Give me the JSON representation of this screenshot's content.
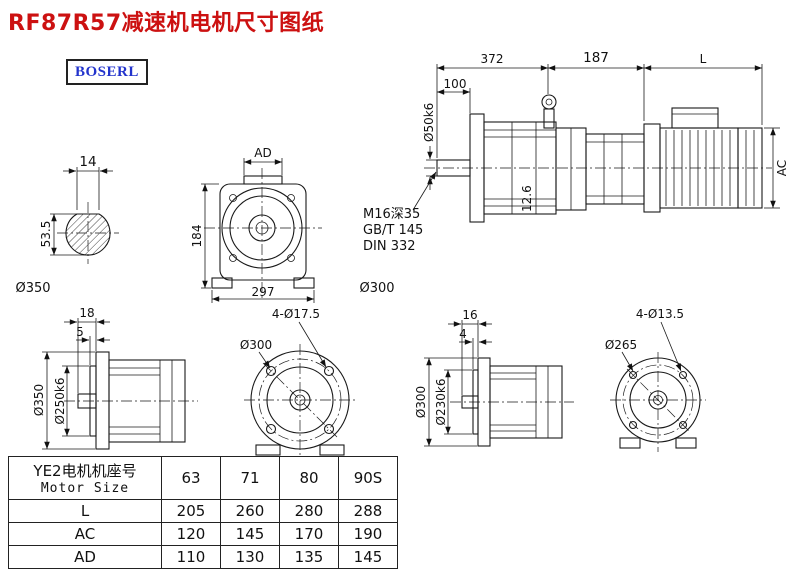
{
  "title": "RF87R57减速机电机尺寸图纸",
  "logo": "BOSERL",
  "side_view": {
    "dim_372": "372",
    "dim_187": "187",
    "dim_L": "L",
    "dim_100": "100",
    "dim_shaft": "Ø50k6",
    "dim_AC": "AC",
    "dim_126": "12.6",
    "note_thread": "M16深35",
    "note_gb": "GB/T 145",
    "note_din": "DIN 332"
  },
  "shaft_section": {
    "dim_key_width": "14",
    "dim_key_depth": "53.5"
  },
  "front_view": {
    "dim_AD": "AD",
    "dim_184": "184",
    "dim_297": "297"
  },
  "captions": {
    "flange_350": "Ø350",
    "flange_300": "Ø300"
  },
  "flange_a": {
    "dim_18": "18",
    "dim_5": "5",
    "dim_od": "Ø350",
    "dim_spigot": "Ø250k6"
  },
  "flange_a_face": {
    "holes": "4-Ø17.5",
    "bolt_circle": "Ø300"
  },
  "flange_b": {
    "dim_16": "16",
    "dim_4": "4",
    "dim_od": "Ø300",
    "dim_spigot": "Ø230k6"
  },
  "flange_b_face": {
    "holes": "4-Ø13.5",
    "bolt_circle": "Ø265"
  },
  "table": {
    "header_line1": "YE2电机机座号",
    "header_line2": "Motor Size",
    "sizes": [
      "63",
      "71",
      "80",
      "90S"
    ],
    "rows": [
      {
        "label": "L",
        "values": [
          "205",
          "260",
          "280",
          "288"
        ]
      },
      {
        "label": "AC",
        "values": [
          "120",
          "145",
          "170",
          "190"
        ]
      },
      {
        "label": "AD",
        "values": [
          "110",
          "130",
          "135",
          "145"
        ]
      }
    ]
  }
}
